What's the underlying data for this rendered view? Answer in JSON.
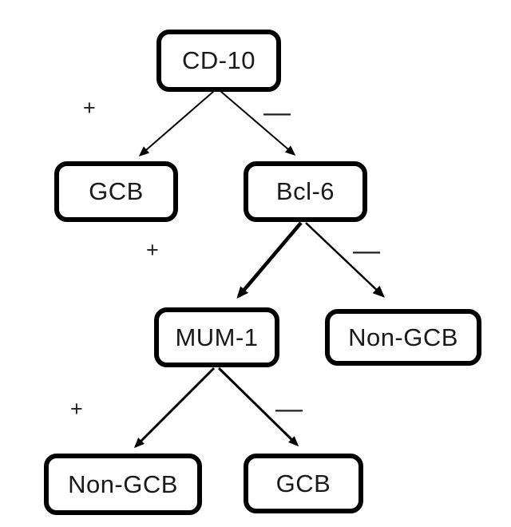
{
  "diagram": {
    "type": "decision-tree",
    "colors": {
      "background": "#ffffff",
      "node_border": "#000000",
      "node_fill": "#ffffff",
      "text": "#1a1a1a",
      "arrow": "#000000"
    },
    "nodes": [
      {
        "id": "cd10",
        "label": "CD-10"
      },
      {
        "id": "gcb1",
        "label": "GCB"
      },
      {
        "id": "bcl6",
        "label": "Bcl-6"
      },
      {
        "id": "mum1",
        "label": "MUM-1"
      },
      {
        "id": "nongcb1",
        "label": "Non-GCB"
      },
      {
        "id": "nongcb2",
        "label": "Non-GCB"
      },
      {
        "id": "gcb2",
        "label": "GCB"
      }
    ],
    "edges": [
      {
        "from": "CD-10",
        "to": "GCB",
        "label": "+"
      },
      {
        "from": "CD-10",
        "to": "Bcl-6",
        "label": "—"
      },
      {
        "from": "Bcl-6",
        "to": "MUM-1",
        "label": "+"
      },
      {
        "from": "Bcl-6",
        "to": "Non-GCB",
        "label": "—"
      },
      {
        "from": "MUM-1",
        "to": "Non-GCB",
        "label": "+"
      },
      {
        "from": "MUM-1",
        "to": "GCB",
        "label": "—"
      }
    ]
  }
}
